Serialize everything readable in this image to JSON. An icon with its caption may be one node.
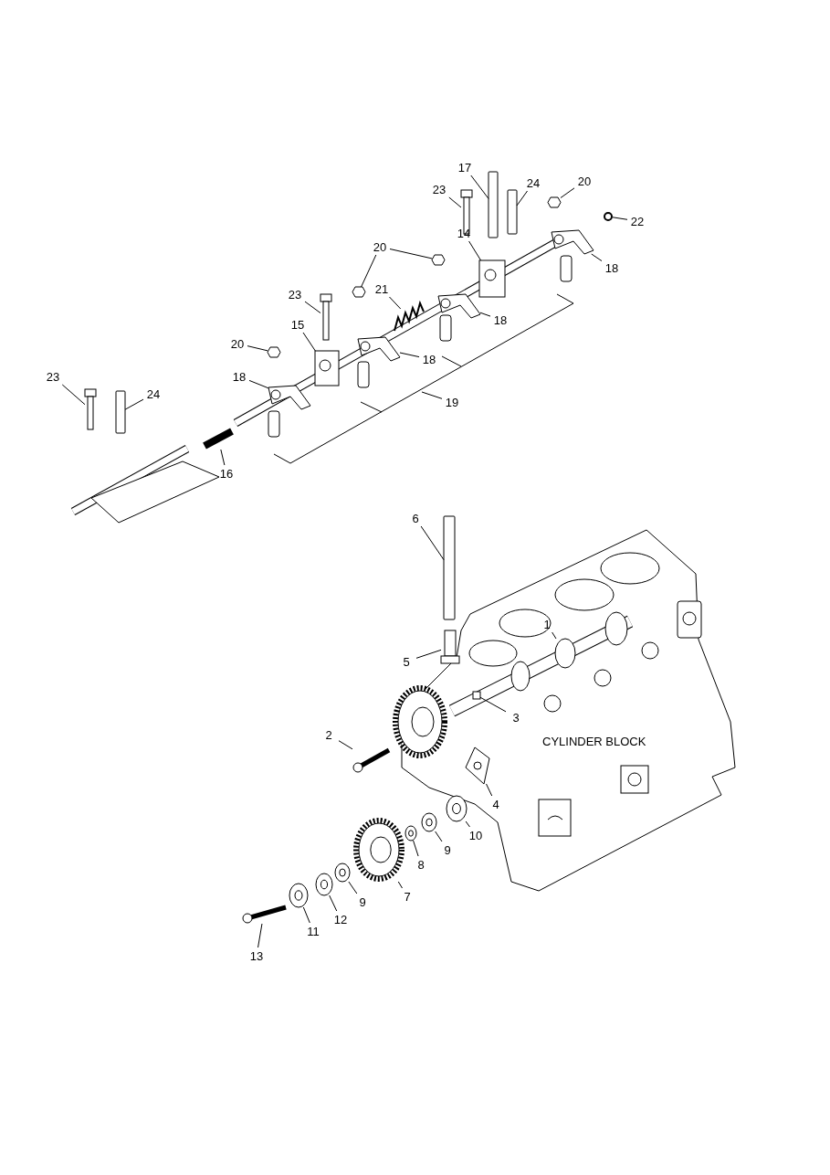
{
  "diagram": {
    "nodes": [
      {
        "text": [
          "17"
        ]
      },
      {
        "text": [
          "23"
        ]
      },
      {
        "text": [
          "24"
        ]
      },
      {
        "text": [
          "20"
        ]
      },
      {
        "text": [
          "22"
        ]
      },
      {
        "text": [
          "14"
        ]
      },
      {
        "text": [
          "18"
        ]
      },
      {
        "text": [
          "20"
        ]
      },
      {
        "text": [
          "23"
        ]
      },
      {
        "text": [
          "21"
        ]
      },
      {
        "text": [
          "18"
        ]
      },
      {
        "text": [
          "15"
        ]
      },
      {
        "text": [
          "20"
        ]
      },
      {
        "text": [
          "18"
        ]
      },
      {
        "text": [
          "18"
        ]
      },
      {
        "text": [
          "23"
        ]
      },
      {
        "text": [
          "24"
        ]
      },
      {
        "text": [
          "19"
        ]
      },
      {
        "text": [
          "16"
        ]
      },
      {
        "text": [
          "6"
        ]
      },
      {
        "text": [
          "1"
        ]
      },
      {
        "text": [
          "5"
        ]
      },
      {
        "text": [
          "3"
        ]
      },
      {
        "text": [
          "2"
        ]
      },
      {
        "text": [
          "4"
        ]
      },
      {
        "text": [
          "10"
        ]
      },
      {
        "text": [
          "9"
        ]
      },
      {
        "text": [
          "8"
        ]
      },
      {
        "text": [
          "7"
        ]
      },
      {
        "text": [
          "9"
        ]
      },
      {
        "text": [
          "12"
        ]
      },
      {
        "text": [
          "11"
        ]
      },
      {
        "text": [
          "13"
        ]
      },
      {
        "text": [],
        "shape": "bar"
      },
      {
        "text": [],
        "shape": "picture"
      },
      {
        "text": [],
        "shape": "bar"
      },
      {
        "text": [],
        "shape": "hexagon"
      },
      {
        "text": [],
        "shape": "circle"
      },
      {
        "text": [],
        "shape": "picture"
      },
      {
        "text": [],
        "shape": "picture"
      },
      {
        "text": [],
        "shape": "hexagon"
      },
      {
        "text": [],
        "shape": "hexagon"
      },
      {
        "text": [],
        "shape": "picture"
      },
      {
        "text": [],
        "shape": "picture"
      },
      {
        "text": [],
        "shape": "picture"
      },
      {
        "text": [],
        "shape": "picture"
      },
      {
        "text": [],
        "shape": "hexagon"
      },
      {
        "text": [],
        "shape": "picture"
      },
      {
        "text": [],
        "shape": "picture"
      },
      {
        "text": [],
        "shape": "picture"
      },
      {
        "text": [],
        "shape": "bar"
      },
      {
        "text": [],
        "shape": "picture"
      },
      {
        "text": [],
        "shape": "bar"
      },
      {
        "text": [],
        "shape": "ellipse"
      },
      {
        "text": [],
        "shape": "picture"
      },
      {
        "text": [],
        "shape": "box"
      },
      {
        "text": [],
        "shape": "picture"
      },
      {
        "text": [],
        "shape": "picture"
      },
      {
        "text": [],
        "shape": "picture"
      },
      {
        "text": [],
        "shape": "picture"
      },
      {
        "text": [],
        "shape": "picture"
      },
      {
        "text": [],
        "shape": "picture"
      },
      {
        "text": [],
        "shape": "picture"
      },
      {
        "text": [],
        "shape": "picture"
      },
      {
        "text": [],
        "shape": "picture"
      },
      {
        "text": [],
        "shape": "picture"
      }
    ],
    "edges": [
      {
        "from": 0,
        "to": 33,
        "arrow": "none"
      },
      {
        "from": 1,
        "to": 34,
        "arrow": "none"
      },
      {
        "from": 2,
        "to": 35,
        "arrow": "none"
      },
      {
        "from": 3,
        "to": 36,
        "arrow": "none"
      },
      {
        "from": 4,
        "to": 37,
        "arrow": "none"
      },
      {
        "from": 5,
        "to": 38,
        "arrow": "none"
      },
      {
        "from": 6,
        "to": 39,
        "arrow": "none"
      },
      {
        "from": 7,
        "to": 40,
        "arrow": "none"
      },
      {
        "from": 7,
        "to": 41,
        "arrow": "none"
      },
      {
        "from": 8,
        "to": 42,
        "arrow": "none"
      },
      {
        "from": 9,
        "to": 43,
        "arrow": "none"
      },
      {
        "from": 10,
        "to": 44,
        "arrow": "none"
      },
      {
        "from": 11,
        "to": 45,
        "arrow": "none"
      },
      {
        "from": 12,
        "to": 46,
        "arrow": "none"
      },
      {
        "from": 13,
        "to": 47,
        "arrow": "none"
      },
      {
        "from": 14,
        "to": 48,
        "arrow": "none"
      },
      {
        "from": 15,
        "to": 49,
        "arrow": "none"
      },
      {
        "from": 16,
        "to": 50,
        "arrow": "none"
      },
      {
        "from": 17,
        "to": null,
        "arrow": "none"
      },
      {
        "from": 18,
        "to": 51,
        "arrow": "none"
      },
      {
        "from": 19,
        "to": 52,
        "arrow": "none"
      },
      {
        "from": 20,
        "to": 53,
        "arrow": "none"
      },
      {
        "from": 21,
        "to": 54,
        "arrow": "none"
      },
      {
        "from": 22,
        "to": 55,
        "arrow": "none"
      },
      {
        "from": 23,
        "to": 56,
        "arrow": "none"
      },
      {
        "from": 24,
        "to": 57,
        "arrow": "none"
      },
      {
        "from": 25,
        "to": 58,
        "arrow": "none"
      },
      {
        "from": 26,
        "to": 59,
        "arrow": "none"
      },
      {
        "from": 27,
        "to": 60,
        "arrow": "none"
      },
      {
        "from": 28,
        "to": 61,
        "arrow": "none"
      },
      {
        "from": 29,
        "to": 62,
        "arrow": "none"
      },
      {
        "from": 30,
        "to": 63,
        "arrow": "none"
      },
      {
        "from": 31,
        "to": 64,
        "arrow": "none"
      },
      {
        "from": 32,
        "to": 65,
        "arrow": "none"
      }
    ],
    "labels": [
      "CYLINDER BLOCK"
    ]
  }
}
